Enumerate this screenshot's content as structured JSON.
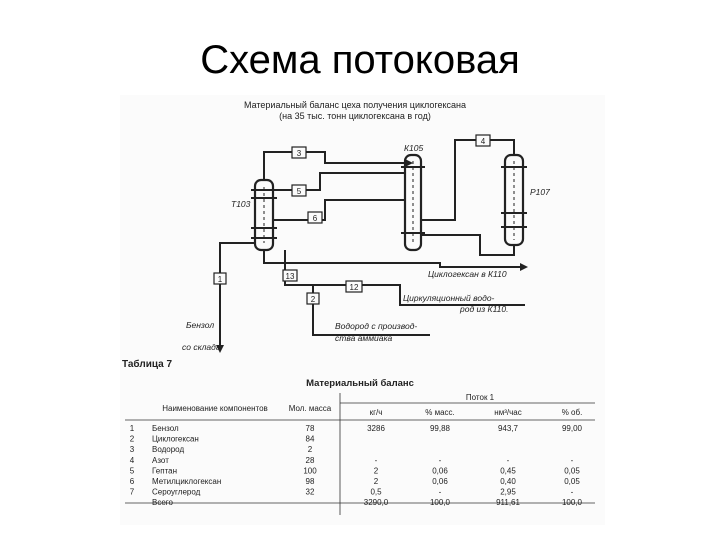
{
  "slide": {
    "title": "Схема потоковая"
  },
  "scheme": {
    "title_line1": "Материальный баланс цеха получения циклогексана",
    "title_line2": "(на 35 тыс. тонн циклогексана в год)",
    "units": {
      "t103": "Т103",
      "k105": "К105",
      "r107": "Р107"
    },
    "streams": [
      "1",
      "2",
      "3",
      "4",
      "5",
      "6",
      "12",
      "13"
    ],
    "labels": {
      "benzene": "Бензол",
      "benzene_2": "со склада",
      "cyclohexane_out": "Циклогексан в К110",
      "recycle_1": "Циркуляционный водо-",
      "recycle_2": "род из К110.",
      "hydrogen_1": "Водород с производ-",
      "hydrogen_2": "ства аммиака"
    }
  },
  "table": {
    "caption": "Таблица 7",
    "title": "Материальный баланс",
    "flow_header": "Поток 1",
    "headers": {
      "component": "Наименование компонентов",
      "mol_mass": "Мол. масса",
      "kg_h": "кг/ч",
      "pct_mass": "% масс.",
      "nm3_h": "нм³/час",
      "pct_vol": "% об."
    },
    "rows": [
      {
        "n": "1",
        "name": "Бензол",
        "mm": "78",
        "kg": "3286",
        "pm": "99,88",
        "nm": "943,7",
        "pv": "99,00"
      },
      {
        "n": "2",
        "name": "Циклогексан",
        "mm": "84",
        "kg": "",
        "pm": "",
        "nm": "",
        "pv": ""
      },
      {
        "n": "3",
        "name": "Водород",
        "mm": "2",
        "kg": "",
        "pm": "",
        "nm": "",
        "pv": ""
      },
      {
        "n": "4",
        "name": "Азот",
        "mm": "28",
        "kg": "-",
        "pm": "-",
        "nm": "-",
        "pv": "-"
      },
      {
        "n": "5",
        "name": "Гептан",
        "mm": "100",
        "kg": "2",
        "pm": "0,06",
        "nm": "0,45",
        "pv": "0,05"
      },
      {
        "n": "6",
        "name": "Метилциклогексан",
        "mm": "98",
        "kg": "2",
        "pm": "0,06",
        "nm": "0,40",
        "pv": "0,05"
      },
      {
        "n": "7",
        "name": "Сероуглерод",
        "mm": "32",
        "kg": "0,5",
        "pm": "-",
        "nm": "2,95",
        "pv": "-"
      },
      {
        "n": "",
        "name": "Всего",
        "mm": "",
        "kg": "3290,0",
        "pm": "100,0",
        "nm": "911,61",
        "pv": "100,0"
      }
    ]
  }
}
